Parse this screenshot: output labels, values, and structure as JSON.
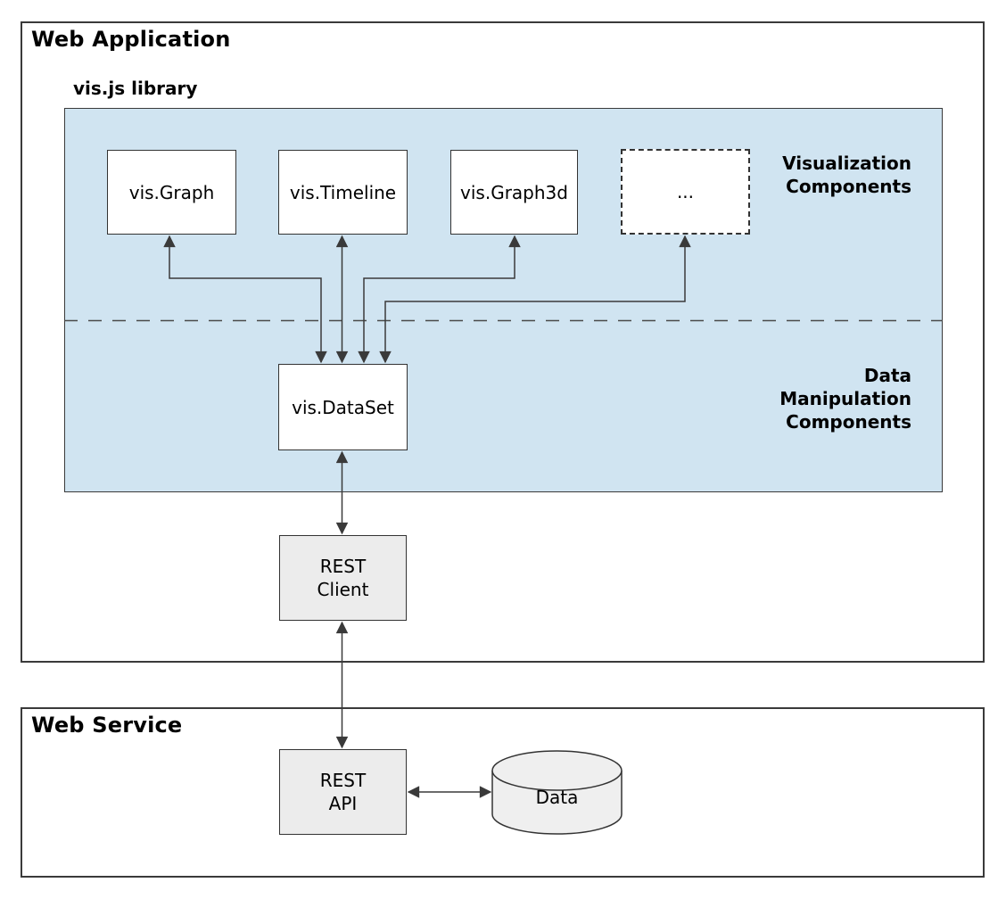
{
  "colors": {
    "panel_blue": "#d0e4f1",
    "node_white": "#ffffff",
    "node_gray": "#ececec",
    "cylinder_gray": "#efefef",
    "border_dark": "#333333",
    "line_dark": "#3a3a3a",
    "text": "#000000",
    "background": "#ffffff"
  },
  "web_application": {
    "title": "Web Application"
  },
  "vis_library": {
    "title": "vis.js library",
    "visualization_label": "Visualization\nComponents",
    "data_manipulation_label": "Data\nManipulation\nComponents",
    "components": {
      "graph": {
        "label": "vis.Graph"
      },
      "timeline": {
        "label": "vis.Timeline"
      },
      "graph3d": {
        "label": "vis.Graph3d"
      },
      "more": {
        "label": "..."
      }
    },
    "dataset": {
      "label": "vis.DataSet"
    }
  },
  "rest_client": {
    "label": "REST\nClient"
  },
  "web_service": {
    "title": "Web Service",
    "rest_api": {
      "label": "REST\nAPI"
    },
    "data_store": {
      "label": "Data"
    }
  }
}
